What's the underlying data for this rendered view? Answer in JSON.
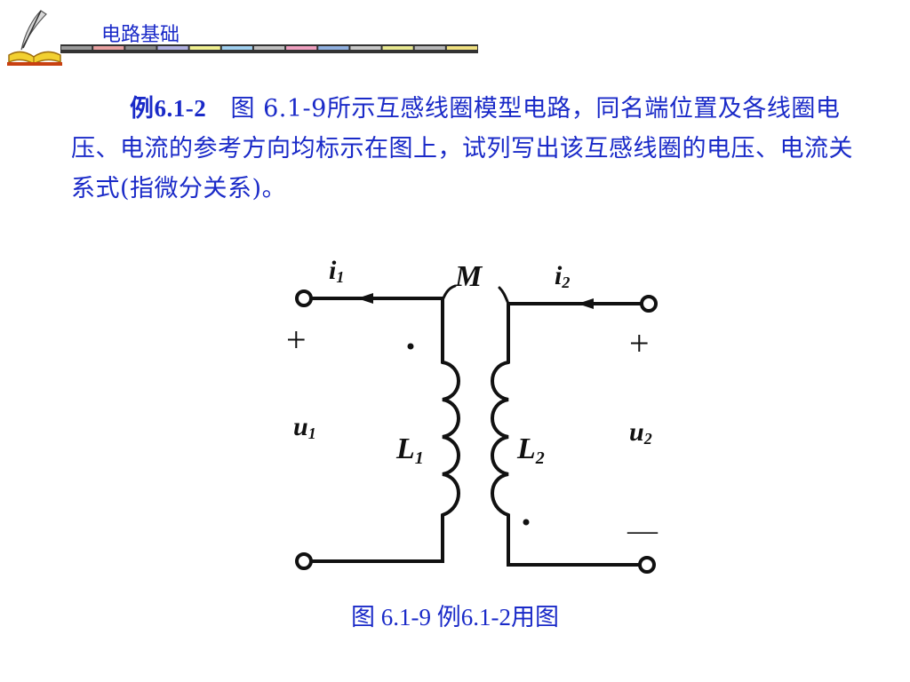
{
  "header": {
    "title": "电路基础",
    "bar_colors": [
      "#9a9a9a",
      "#e8a0a0",
      "#8a8a8a",
      "#b0b0e0",
      "#f0f090",
      "#a0d0f0",
      "#c0c0c0",
      "#f0a0c0",
      "#90b0e0",
      "#c8c8c8",
      "#e8e890",
      "#b8b8b8",
      "#f0e080"
    ]
  },
  "problem": {
    "label": "例6.1-2",
    "text": "图  6.1-9所示互感线圈模型电路，同名端位置及各线圈电压、电流的参考方向均标示在图上，试列写出该互感线圈的电压、电流关系式(指微分关系)。"
  },
  "figure": {
    "labels": {
      "i1": "i",
      "i1_sub": "1",
      "i2": "i",
      "i2_sub": "2",
      "M": "M",
      "u1": "u",
      "u1_sub": "1",
      "u2": "u",
      "u2_sub": "2",
      "L1": "L",
      "L1_sub": "1",
      "L2": "L",
      "L2_sub": "2",
      "plus_left": "+",
      "plus_right": "+",
      "minus_right": "—"
    },
    "caption": "图 6.1-9 例6.1-2用图"
  },
  "colors": {
    "text_blue": "#1a2ac8",
    "circuit": "#111111"
  }
}
